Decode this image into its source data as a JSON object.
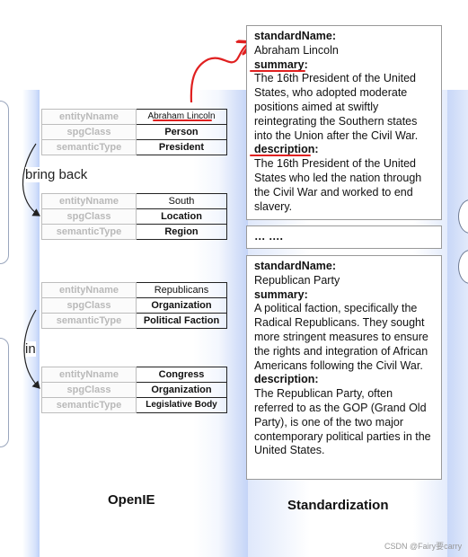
{
  "openie": {
    "title": "OpenIE",
    "tables": [
      {
        "rows": [
          {
            "key": "entityNname",
            "value": "Abraham Lincoln"
          },
          {
            "key": "spgClass",
            "value": "Person"
          },
          {
            "key": "semanticType",
            "value": "President"
          }
        ]
      },
      {
        "rows": [
          {
            "key": "entityNname",
            "value": "South"
          },
          {
            "key": "spgClass",
            "value": "Location"
          },
          {
            "key": "semanticType",
            "value": "Region"
          }
        ]
      },
      {
        "rows": [
          {
            "key": "entityNname",
            "value": "Republicans"
          },
          {
            "key": "spgClass",
            "value": "Organization"
          },
          {
            "key": "semanticType",
            "value": "Political Faction"
          }
        ]
      },
      {
        "rows": [
          {
            "key": "entityNname",
            "value": "Congress"
          },
          {
            "key": "spgClass",
            "value": "Organization"
          },
          {
            "key": "semanticType",
            "value": "Legislative Body"
          }
        ]
      }
    ],
    "relations": [
      "bring back",
      "in"
    ]
  },
  "standardization": {
    "title": "Standardization",
    "box1": {
      "standard_name_label": "standardName:",
      "standard_name": "Abraham Lincoln",
      "summary_label": "summary:",
      "summary": "The 16th President of the United States, who adopted moderate positions aimed at swiftly reintegrating the Southern states into the Union after the Civil War.",
      "description_label": "description:",
      "description": "The 16th President of the United States who led the nation through the Civil War and worked to end slavery."
    },
    "ellipsis": "… ….",
    "box2": {
      "standard_name_label": "standardName:",
      "standard_name": "Republican Party",
      "summary_label": "summary:",
      "summary": "A political faction, specifically the Radical Republicans. They sought more stringent measures to ensure the rights and integration of African Americans following the Civil War.",
      "description_label": "description:",
      "description": "The Republican Party, often referred to as the GOP (Grand Old Party), is one of the two major contemporary political parties in the United States."
    }
  },
  "watermark": "CSDN @Fairy要carry",
  "colors": {
    "annotation_red": "#e02020",
    "panel_blue": "#a9c1f5"
  }
}
